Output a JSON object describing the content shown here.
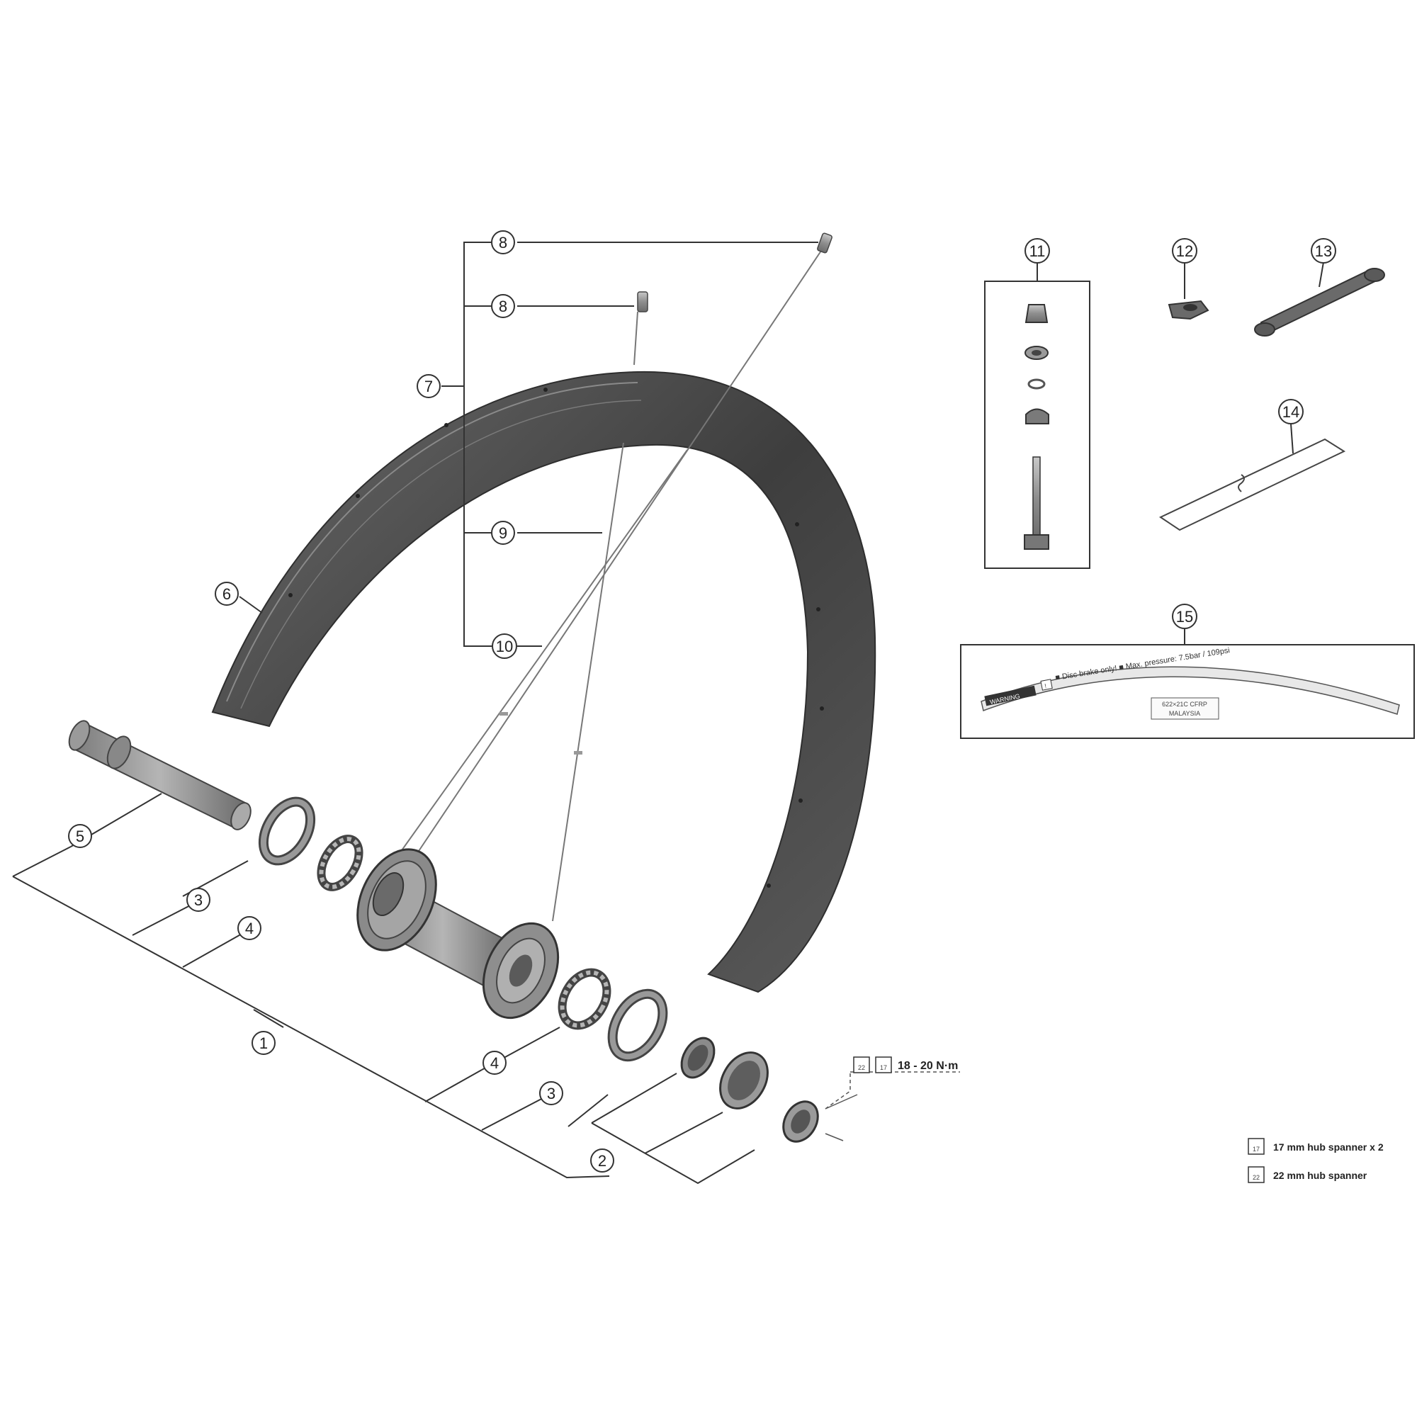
{
  "callouts": {
    "c1": "1",
    "c2": "2",
    "c3a": "3",
    "c3b": "3",
    "c4a": "4",
    "c4b": "4",
    "c5": "5",
    "c6": "6",
    "c7": "7",
    "c8a": "8",
    "c8b": "8",
    "c9": "9",
    "c10": "10",
    "c11": "11",
    "c12": "12",
    "c13": "13",
    "c14": "14",
    "c15": "15"
  },
  "torque": {
    "tool_a": "22",
    "tool_b": "17",
    "value": "18 - 20 N·m"
  },
  "decal": {
    "warning": "WARNING",
    "badge": "!",
    "text": "■ Disc brake only! ■ Max. pressure: 7.5bar / 109psi",
    "size": "622×21C  CFRP",
    "origin": "MALAYSIA"
  },
  "legend": [
    {
      "tool": "17",
      "label": "17 mm hub spanner x 2"
    },
    {
      "tool": "22",
      "label": "22 mm hub spanner"
    }
  ],
  "colors": {
    "rim": "#4a4a4a",
    "parts": "#8a8a8a",
    "lines": "#333333"
  }
}
